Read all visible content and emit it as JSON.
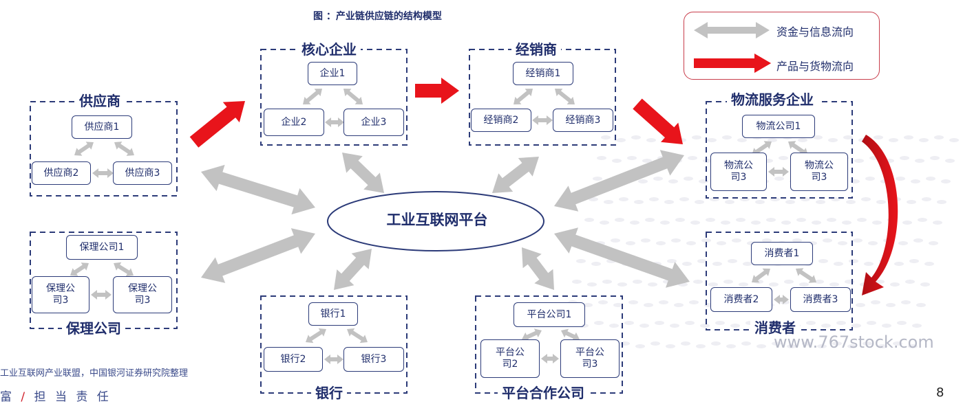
{
  "caption": "图 ：产业链供应链的结构模型",
  "legend": {
    "gray_label": "资金与信息流向",
    "red_label": "产品与货物流向"
  },
  "colors": {
    "navy": "#1f2d6b",
    "gray_arrow": "#c2c2c2",
    "red_arrow": "#e8141b",
    "legend_border": "#c83c4a"
  },
  "center": {
    "label": "工业互联网平台"
  },
  "groups": {
    "suppliers": {
      "title": "供应商",
      "nodes": [
        "供应商1",
        "供应商2",
        "供应商3"
      ]
    },
    "core": {
      "title": "核心企业",
      "nodes": [
        "企业1",
        "企业2",
        "企业3"
      ]
    },
    "dealers": {
      "title": "经销商",
      "nodes": [
        "经销商1",
        "经销商2",
        "经销商3"
      ]
    },
    "logistics": {
      "title": "物流服务企业",
      "nodes": [
        "物流公司1",
        "物流公\n司3",
        "物流公\n司3"
      ]
    },
    "insurance": {
      "title": "保理公司",
      "nodes": [
        "保理公司1",
        "保理公\n司3",
        "保理公\n司3"
      ]
    },
    "banks": {
      "title": "银行",
      "nodes": [
        "银行1",
        "银行2",
        "银行3"
      ]
    },
    "partners": {
      "title": "平台合作公司",
      "nodes": [
        "平台公司1",
        "平台公\n司2",
        "平台公\n司3"
      ]
    },
    "consumers": {
      "title": "消费者",
      "nodes": [
        "消费者1",
        "消费者2",
        "消费者3"
      ]
    }
  },
  "footer": {
    "source": "工业互联网产业联盟，中国银河证券研究院整理",
    "slogan_left": "富",
    "slogan_sep": "/",
    "slogan_right": "担 当 责 任",
    "watermark": "www.767stock.com",
    "page": "8"
  }
}
